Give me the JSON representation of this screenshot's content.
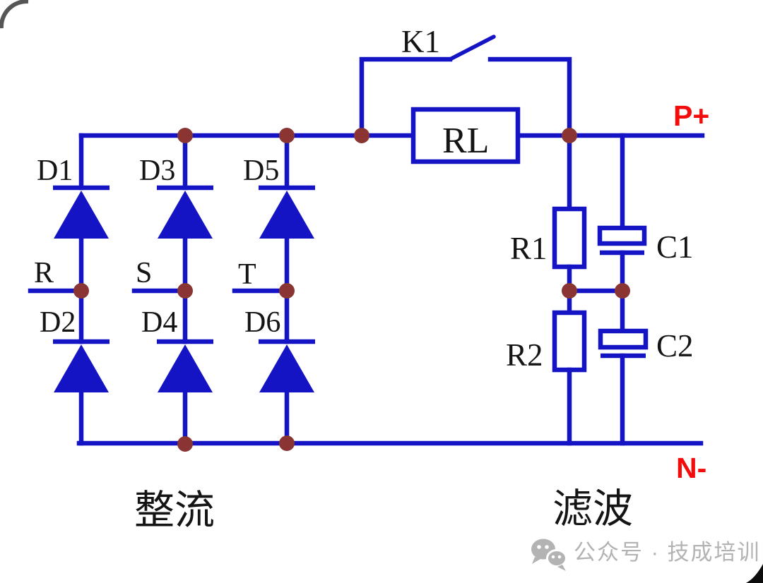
{
  "diagram": {
    "title_implicit": "three-phase bridge rectifier with filter",
    "colors": {
      "wire": "#1414C4",
      "junction": "#8B3434",
      "terminal_red": "#F40B0B",
      "text_black": "#141414",
      "watermark_gray": "#B3B3B3",
      "background": "#FFFFFF"
    },
    "switch": {
      "label": "K1"
    },
    "load": {
      "label": "RL"
    },
    "diodes": {
      "d1": "D1",
      "d2": "D2",
      "d3": "D3",
      "d4": "D4",
      "d5": "D5",
      "d6": "D6"
    },
    "phases": {
      "r": "R",
      "s": "S",
      "t": "T"
    },
    "resistors": {
      "r1": "R1",
      "r2": "R2"
    },
    "capacitors": {
      "c1": "C1",
      "c2": "C2"
    },
    "terminals": {
      "positive": "P+",
      "negative": "N-"
    },
    "sections": {
      "rectifier": "整流",
      "filter": "滤波"
    },
    "watermark": {
      "icon": "wechat-icon",
      "text": "公众号 · 技成培训"
    }
  }
}
